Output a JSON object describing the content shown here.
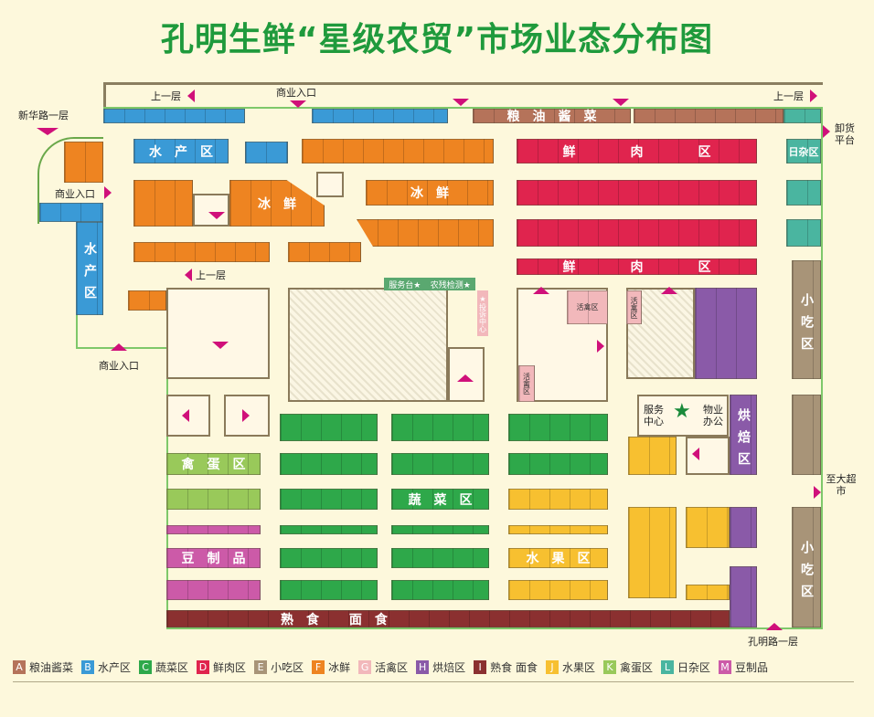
{
  "title": "孔明生鲜“星级农贸”市场业态分布图",
  "zones": {
    "a_grain": "粮油酱菜",
    "b_aquatic_top": "水产区",
    "b_aquatic_left": "水产区",
    "f_frozen_1": "冰鲜",
    "f_frozen_2": "冰鲜",
    "d_meat_1": "鲜肉区",
    "d_meat_2": "鲜肉区",
    "l_grocery": "日杂区",
    "e_snack_1": "小吃区",
    "e_snack_2": "小吃区",
    "h_bakery": "烘焙区",
    "c_vegetable": "蔬菜区",
    "j_fruit": "水果区",
    "k_poultry_egg": "禽蛋区",
    "m_tofu": "豆制品",
    "i_deli": "熟食 面食",
    "g_live_poultry_1": "活禽区",
    "g_live_poultry_2": "活禽区",
    "g_live_poultry_3": "活禽区"
  },
  "facilities": {
    "service_desk": "服务台★",
    "pesticide_test": "农残检测★",
    "complaint_center": "★投诉中心",
    "service_center": "服务中心",
    "property_office": "物业办公"
  },
  "markers": {
    "xinhua_road": "新华路一层",
    "upstairs_1": "上一层",
    "upstairs_2": "上一层",
    "upstairs_3": "上一层",
    "entrance_top": "商业入口",
    "entrance_left": "商业入口",
    "entrance_bottom": "商业入口",
    "unloading": "卸货平台",
    "to_supermarket": "至大超市",
    "kongming_road": "孔明路一层"
  },
  "legend": [
    {
      "code": "A",
      "label": "粮油酱菜",
      "color": "#b5735a"
    },
    {
      "code": "B",
      "label": "水产区",
      "color": "#3a9ad6"
    },
    {
      "code": "C",
      "label": "蔬菜区",
      "color": "#2ea84a"
    },
    {
      "code": "D",
      "label": "鲜肉区",
      "color": "#e0244e"
    },
    {
      "code": "E",
      "label": "小吃区",
      "color": "#a89478"
    },
    {
      "code": "F",
      "label": "冰鲜",
      "color": "#ee8421"
    },
    {
      "code": "G",
      "label": "活禽区",
      "color": "#f2b8bb"
    },
    {
      "code": "H",
      "label": "烘焙区",
      "color": "#8a5aa8"
    },
    {
      "code": "I",
      "label": "熟食 面食",
      "color": "#8b3030"
    },
    {
      "code": "J",
      "label": "水果区",
      "color": "#f7c030"
    },
    {
      "code": "K",
      "label": "禽蛋区",
      "color": "#99c95a"
    },
    {
      "code": "L",
      "label": "日杂区",
      "color": "#4ab5a0"
    },
    {
      "code": "M",
      "label": "豆制品",
      "color": "#cc5aa8"
    }
  ]
}
